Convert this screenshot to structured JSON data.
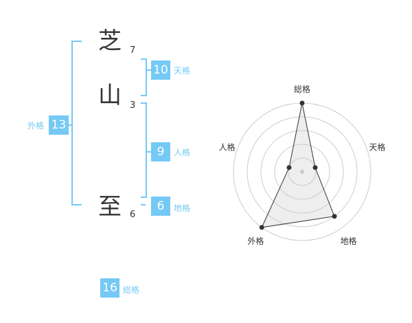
{
  "name_chars": [
    {
      "char": "芝",
      "strokes": "7"
    },
    {
      "char": "山",
      "strokes": "3"
    },
    {
      "char": "至",
      "strokes": "6"
    }
  ],
  "fortunes": {
    "tenkaku": {
      "value": "10",
      "label": "天格"
    },
    "jinkaku": {
      "value": "9",
      "label": "人格"
    },
    "chikaku": {
      "value": "6",
      "label": "地格"
    },
    "gaikaku": {
      "value": "13",
      "label": "外格"
    },
    "soukaku": {
      "value": "16",
      "label": "総格"
    }
  },
  "colors": {
    "accent": "#74c9f5",
    "text": "#333333",
    "grid": "#cccccc"
  },
  "chart_data": {
    "type": "radar",
    "axes": [
      "総格",
      "天格",
      "地格",
      "外格",
      "人格"
    ],
    "values": [
      5,
      1,
      4,
      5,
      1
    ],
    "max": 5
  }
}
